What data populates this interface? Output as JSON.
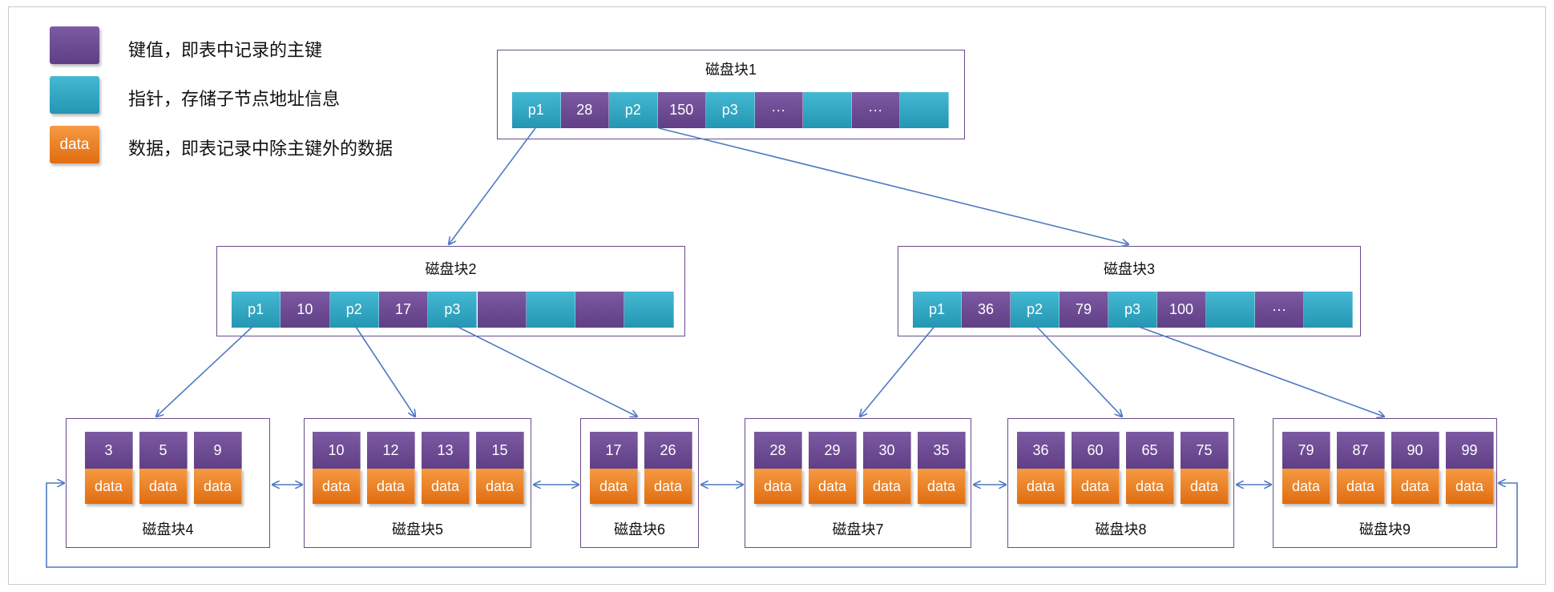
{
  "legend": {
    "key_text": "键值，即表中记录的主键",
    "pointer_text": "指针，存储子节点地址信息",
    "data_swatch": "data",
    "data_text": "数据，即表记录中除主键外的数据"
  },
  "colors": {
    "key": "#6b4a93",
    "pointer": "#2fa8c6",
    "data": "#ec8128",
    "border": "#6a4b8e",
    "arrow": "#4f79c3"
  },
  "blocks": {
    "root": {
      "title": "磁盘块1",
      "cells": [
        "p1",
        "28",
        "p2",
        "150",
        "p3",
        "···",
        "",
        "···",
        ""
      ]
    },
    "mid2": {
      "title": "磁盘块2",
      "cells": [
        "p1",
        "10",
        "p2",
        "17",
        "p3",
        "",
        "",
        "",
        ""
      ]
    },
    "mid3": {
      "title": "磁盘块3",
      "cells": [
        "p1",
        "36",
        "p2",
        "79",
        "p3",
        "100",
        "",
        "···",
        ""
      ]
    }
  },
  "leaves": [
    {
      "title": "磁盘块4",
      "keys": [
        "3",
        "5",
        "9"
      ]
    },
    {
      "title": "磁盘块5",
      "keys": [
        "10",
        "12",
        "13",
        "15"
      ]
    },
    {
      "title": "磁盘块6",
      "keys": [
        "17",
        "26"
      ]
    },
    {
      "title": "磁盘块7",
      "keys": [
        "28",
        "29",
        "30",
        "35"
      ]
    },
    {
      "title": "磁盘块8",
      "keys": [
        "36",
        "60",
        "65",
        "75"
      ]
    },
    {
      "title": "磁盘块9",
      "keys": [
        "79",
        "87",
        "90",
        "99"
      ]
    }
  ],
  "data_label": "data"
}
